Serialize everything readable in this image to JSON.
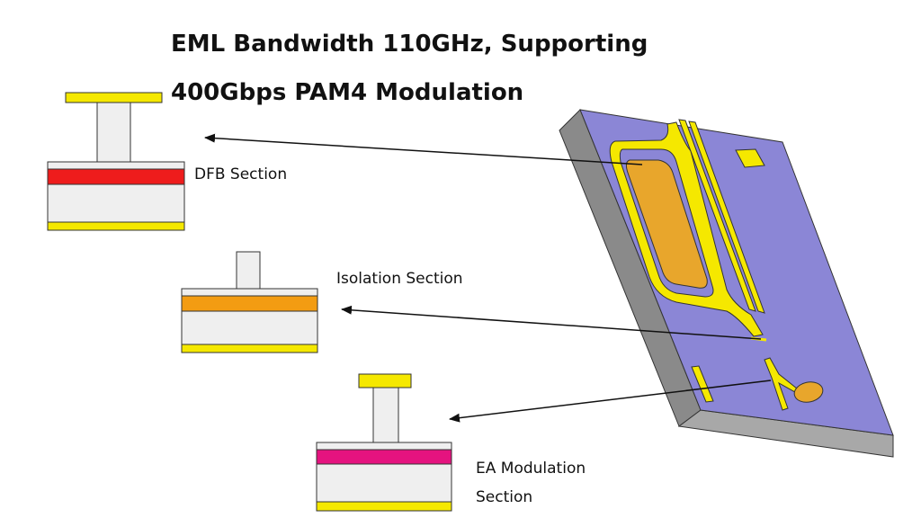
{
  "title": {
    "line1": "EML Bandwidth 110GHz, Supporting",
    "line2": "400Gbps PAM4 Modulation"
  },
  "sections": {
    "dfb": {
      "label": "DFB Section",
      "layer_color": "#ee1c1c"
    },
    "isolation": {
      "label": "Isolation Section",
      "layer_color": "#f39c12"
    },
    "ea": {
      "label_line1": "EA Modulation",
      "label_line2": "Section",
      "layer_color": "#e5137f"
    }
  },
  "colors": {
    "metal": "#f5e800",
    "substrate": "#efefef",
    "chip_top": "#8b86d6",
    "chip_side": "#8a8a8a",
    "chip_front": "#a8a8a8",
    "pad": "#e8a62c"
  }
}
